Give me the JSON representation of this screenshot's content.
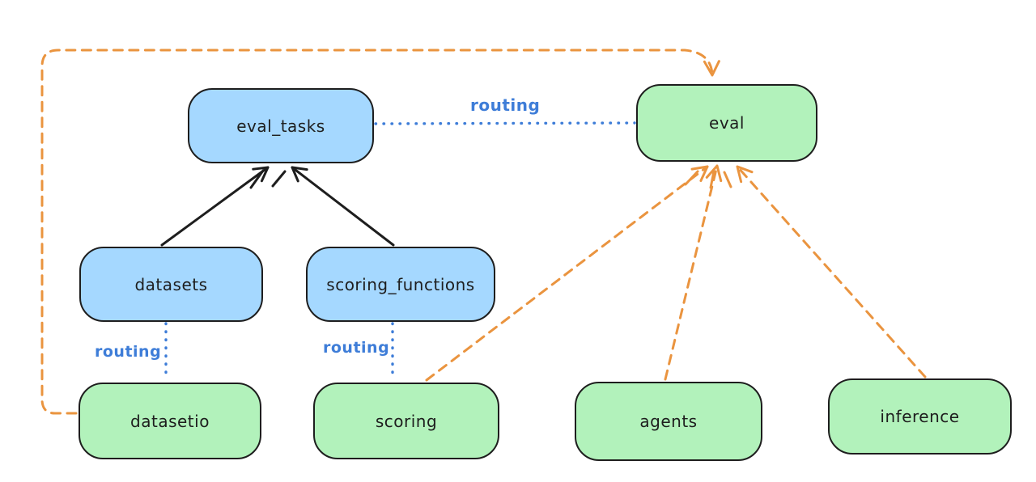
{
  "diagram": {
    "nodes": [
      {
        "id": "eval_tasks",
        "label": "eval_tasks",
        "kind": "api-blue"
      },
      {
        "id": "eval",
        "label": "eval",
        "kind": "provider-green"
      },
      {
        "id": "datasets",
        "label": "datasets",
        "kind": "api-blue"
      },
      {
        "id": "scoring_functions",
        "label": "scoring_functions",
        "kind": "api-blue"
      },
      {
        "id": "datasetio",
        "label": "datasetio",
        "kind": "provider-green"
      },
      {
        "id": "scoring",
        "label": "scoring",
        "kind": "provider-green"
      },
      {
        "id": "agents",
        "label": "agents",
        "kind": "provider-green"
      },
      {
        "id": "inference",
        "label": "inference",
        "kind": "provider-green"
      }
    ],
    "edge_labels": [
      {
        "id": "routing-eval_tasks-to-eval",
        "text": "routing"
      },
      {
        "id": "routing-datasets-to-datasetio",
        "text": "routing"
      },
      {
        "id": "routing-scoring_functions-to-scoring",
        "text": "routing"
      }
    ],
    "edges": [
      {
        "from": "datasets",
        "to": "eval_tasks",
        "style": "solid-black-arrow"
      },
      {
        "from": "scoring_functions",
        "to": "eval_tasks",
        "style": "solid-black-arrow"
      },
      {
        "from": "eval_tasks",
        "to": "eval",
        "style": "dotted-blue",
        "label": "routing"
      },
      {
        "from": "datasets",
        "to": "datasetio",
        "style": "dotted-blue",
        "label": "routing"
      },
      {
        "from": "scoring_functions",
        "to": "scoring",
        "style": "dotted-blue",
        "label": "routing"
      },
      {
        "from": "datasetio",
        "to": "eval",
        "style": "dashed-orange-arrow"
      },
      {
        "from": "scoring",
        "to": "eval",
        "style": "dashed-orange-arrow"
      },
      {
        "from": "agents",
        "to": "eval",
        "style": "dashed-orange-arrow"
      },
      {
        "from": "inference",
        "to": "eval",
        "style": "dashed-orange-arrow"
      }
    ],
    "colors": {
      "node_blue_fill": "#a5d8ff",
      "node_green_fill": "#b2f2bb",
      "node_border": "#1e1e1e",
      "edge_black": "#1e1e1e",
      "edge_blue": "#3e7dd8",
      "edge_orange": "#ea943f",
      "background": "#ffffff"
    }
  }
}
